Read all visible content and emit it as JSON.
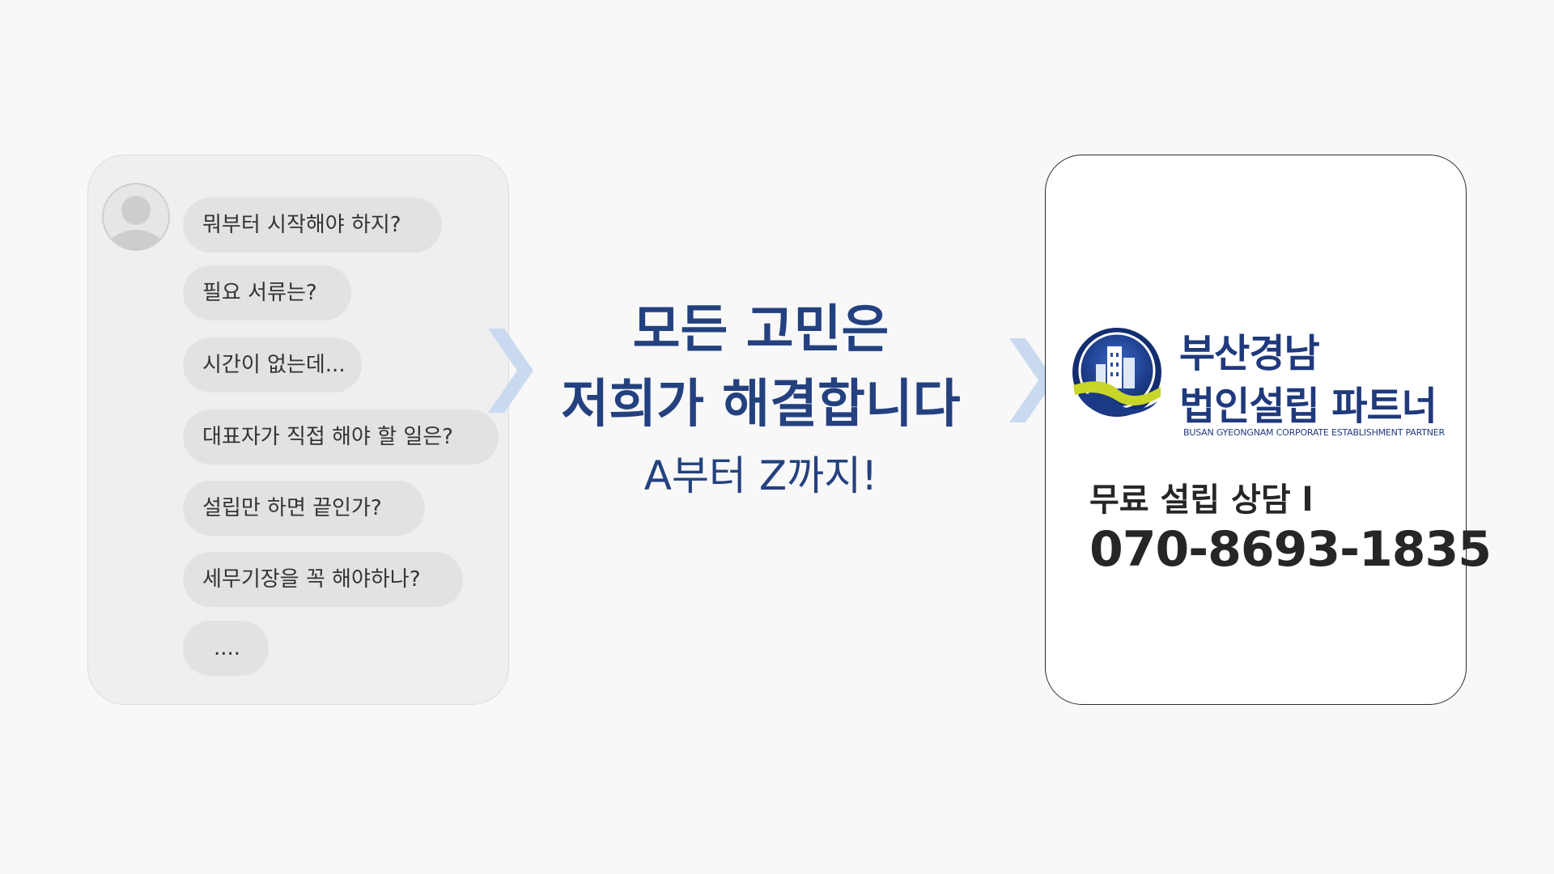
{
  "chat": {
    "bubbles": [
      "뭐부터 시작해야 하지?",
      "필요 서류는?",
      "시간이 없는데...",
      "대표자가 직접 해야 할 일은?",
      "설립만 하면 끝인가?",
      "세무기장을 꼭 해야하나?",
      "...."
    ]
  },
  "middle": {
    "headline_line1": "모든 고민은",
    "headline_line2": "저희가 해결합니다",
    "subline": "A부터 Z까지!"
  },
  "brand": {
    "name_line1": "부산경남",
    "name_line2": "법인설립 파트너",
    "name_en": "BUSAN GYEONGNAM CORPORATE ESTABLISHMENT PARTNER"
  },
  "contact": {
    "label": "무료 설립 상담 l",
    "phone": "070-8693-1835"
  },
  "colors": {
    "navy": "#24417f",
    "chevron": "#c9daf0",
    "bubble": "#e2e2e2",
    "card": "#efefef",
    "logo_green": "#c8d62a"
  }
}
